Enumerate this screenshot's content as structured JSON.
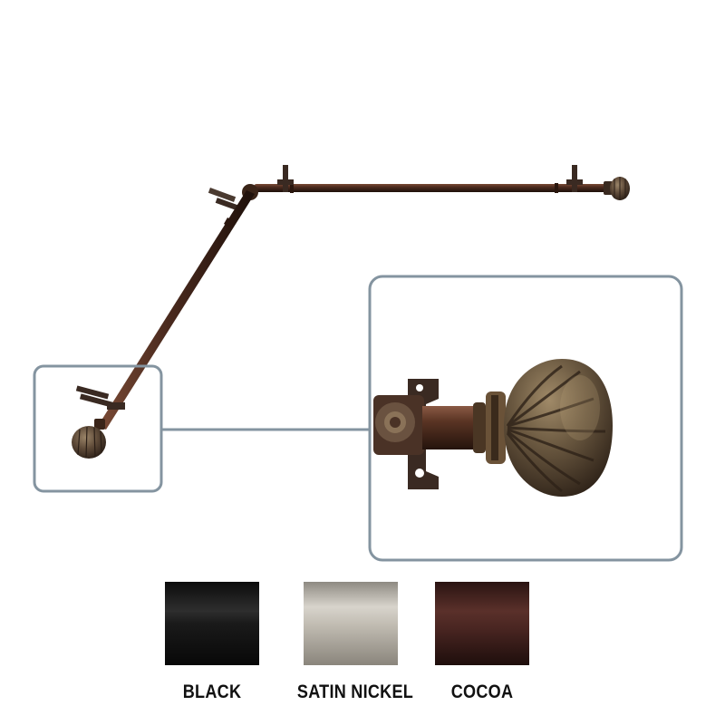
{
  "product_image": {
    "subject": "corner curtain rod with fluted knob finials",
    "rod_color": "#4a2a1e",
    "callout_frame_color": "#8494a0"
  },
  "finishes": [
    {
      "label": "BLACK",
      "color": "#1a1a1a"
    },
    {
      "label": "SATIN NICKEL",
      "color": "#bdb8ae"
    },
    {
      "label": "COCOA",
      "color": "#4a2622"
    }
  ]
}
